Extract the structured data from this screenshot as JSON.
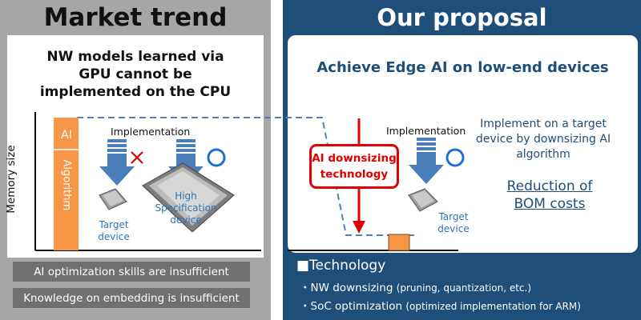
{
  "left": {
    "title": "Market trend",
    "question_lines": [
      "NW models learned via",
      "GPU cannot be",
      "implemented on the CPU"
    ],
    "y_axis_label": "Memory size",
    "bar_top_label": "AI",
    "bar_side_label": "Algorithm",
    "implementation_label": "Implementation",
    "target_device_lines": [
      "Target",
      "device"
    ],
    "high_spec_lines": [
      "High",
      "Specification",
      "device"
    ],
    "issues": [
      "AI optimization skills are insufficient",
      "Knowledge on embedding is insufficient"
    ]
  },
  "right": {
    "title": "Our proposal",
    "subtitle": "Achieve Edge AI on low-end devices",
    "downsizing_lines": [
      "AI downsizing",
      "technology"
    ],
    "implementation_label": "Implementation",
    "target_device_lines": [
      "Target",
      "device"
    ],
    "description_lines": [
      "Implement on a target",
      "device by downsizing AI",
      "algorithm"
    ],
    "reduction_lines": [
      "Reduction of",
      "BOM costs"
    ],
    "technology": {
      "heading": "■Technology",
      "items": [
        {
          "main": "・NW downsizing ",
          "detail": "(pruning, quantization, etc.)"
        },
        {
          "main": "・SoC optimization ",
          "detail": "(optimized implementation for ARM)"
        }
      ]
    }
  },
  "colors": {
    "navy": "#1f4e79",
    "grey": "#a6a6a6",
    "dark_grey": "#707070",
    "orange": "#f79646",
    "arrow_blue": "#4a7ebb",
    "red": "#e00000",
    "blue_circle": "#1f6fd0",
    "dashed": "#4f81bd"
  },
  "icons": [
    "down-arrow-icon",
    "cross-icon",
    "circle-icon",
    "chip-icon"
  ]
}
